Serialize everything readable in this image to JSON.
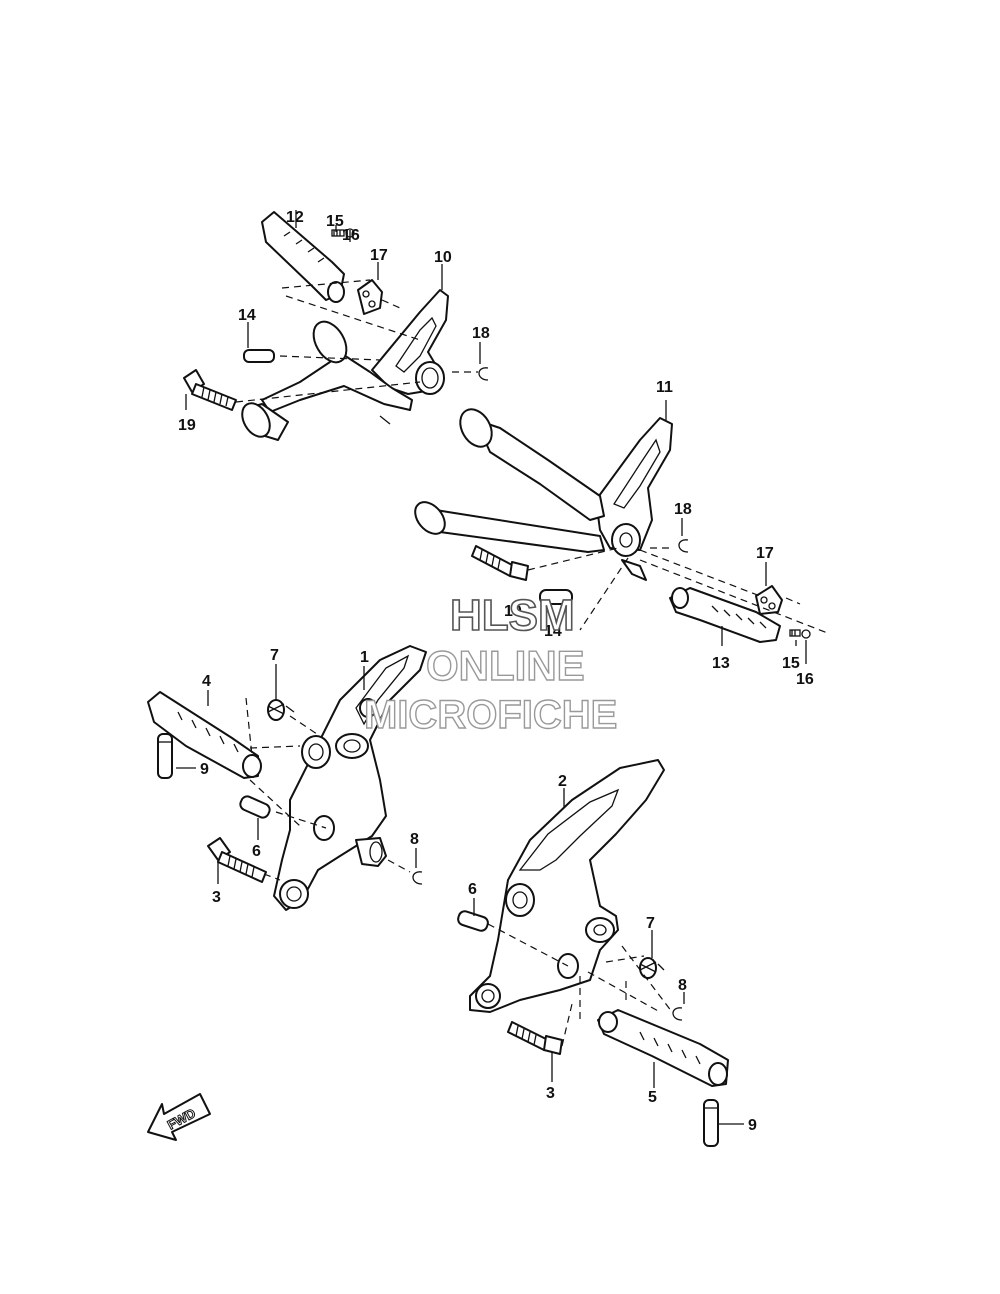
{
  "callouts": {
    "c1": "1",
    "c2": "2",
    "c3a": "3",
    "c3b": "3",
    "c4": "4",
    "c5": "5",
    "c6a": "6",
    "c6b": "6",
    "c7a": "7",
    "c7b": "7",
    "c8a": "8",
    "c8b": "8",
    "c9a": "9",
    "c9b": "9",
    "c10": "10",
    "c11": "11",
    "c12": "12",
    "c13": "13",
    "c14a": "14",
    "c14b": "14",
    "c15a": "15",
    "c15b": "15",
    "c16a": "16",
    "c16b": "16",
    "c17a": "17",
    "c17b": "17",
    "c18a": "18",
    "c18b": "18",
    "c19a": "19",
    "c19b": "19"
  },
  "watermark": {
    "line1": "HLSM",
    "line2": "ONLINE",
    "line3": "MICROFICHE"
  },
  "direction_label": "FWD"
}
